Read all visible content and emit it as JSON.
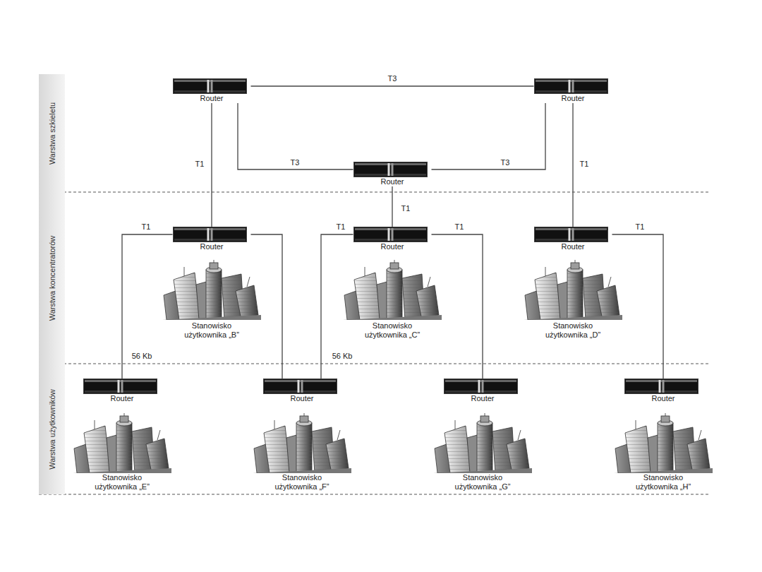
{
  "diagram": {
    "nodes": [
      {
        "text": [
          "Warstwa szkieletu"
        ]
      },
      {
        "text": [
          "Warstwa koncentratorów"
        ]
      },
      {
        "text": [
          "Warstwa użytkowników"
        ]
      },
      {
        "text": [
          "Router"
        ]
      },
      {
        "text": [
          "Router"
        ]
      },
      {
        "text": [
          "Router"
        ]
      },
      {
        "text": [
          "Router"
        ]
      },
      {
        "text": [
          "Router"
        ]
      },
      {
        "text": [
          "Router"
        ]
      },
      {
        "text": [
          "Router"
        ]
      },
      {
        "text": [
          "Router"
        ]
      },
      {
        "text": [
          "Router"
        ]
      },
      {
        "text": [
          "Router"
        ]
      }
    ],
    "edges": [
      {
        "from": 3,
        "to": 4,
        "arrow": "none",
        "label": "T3"
      },
      {
        "from": 3,
        "to": 5,
        "arrow": "none",
        "label": "T3"
      },
      {
        "from": 4,
        "to": 5,
        "arrow": "none",
        "label": "T3"
      },
      {
        "from": 3,
        "to": 6,
        "arrow": "none",
        "label": "T1"
      },
      {
        "from": 4,
        "to": 8,
        "arrow": "none",
        "label": "T1"
      },
      {
        "from": 5,
        "to": 7,
        "arrow": "none",
        "label": "T1"
      },
      {
        "from": 6,
        "to": 9,
        "arrow": "none",
        "label": "T1"
      },
      {
        "from": 6,
        "to": 10,
        "arrow": "none"
      },
      {
        "from": 7,
        "to": 10,
        "arrow": "none",
        "label": "T1"
      },
      {
        "from": 7,
        "to": 11,
        "arrow": "none",
        "label": "T1"
      },
      {
        "from": 8,
        "to": 12,
        "arrow": "none",
        "label": "T1"
      }
    ],
    "labels": [
      "Stanowisko użytkownika „B”",
      "Stanowisko użytkownika „C”",
      "Stanowisko użytkownika „D”",
      "56 Kb",
      "56 Kb",
      "Stanowisko użytkownika „E”",
      "Stanowisko użytkownika „F”",
      "Stanowisko użytkownika „G”",
      "Stanowisko użytkownika „H”"
    ]
  }
}
